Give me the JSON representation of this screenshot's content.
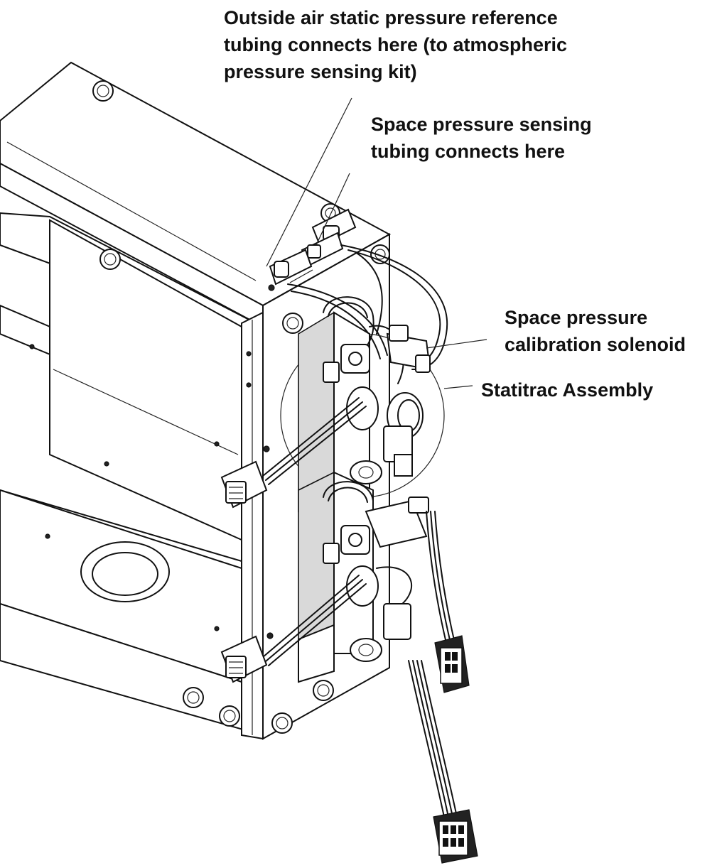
{
  "callouts": {
    "outside_air": {
      "lines": [
        "Outside air static pressure reference",
        "tubing connects here (to atmospheric",
        "pressure sensing kit)"
      ]
    },
    "space_tubing": {
      "lines": [
        "Space pressure sensing",
        "tubing connects here"
      ]
    },
    "solenoid": {
      "lines": [
        "Space pressure",
        "calibration solenoid"
      ]
    },
    "statitrac": {
      "lines": [
        "Statitrac Assembly"
      ]
    }
  },
  "colors": {
    "ink": "#111111",
    "background": "#ffffff"
  }
}
